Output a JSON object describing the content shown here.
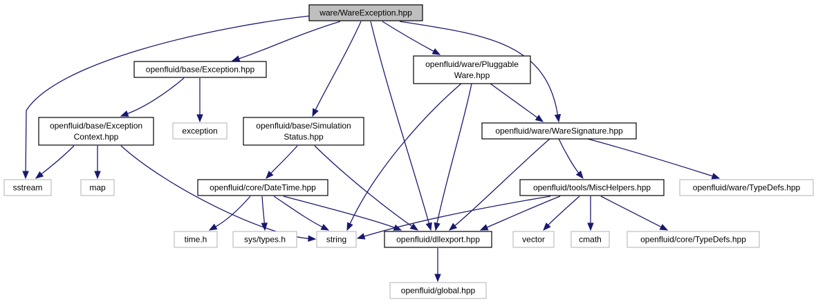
{
  "graph": {
    "nodes": {
      "ware_exception": {
        "lines": [
          "ware/WareException.hpp"
        ],
        "kind": "root"
      },
      "base_exception": {
        "lines": [
          "openfluid/base/Exception.hpp"
        ],
        "kind": "internal"
      },
      "pluggable_ware": {
        "lines": [
          "openfluid/ware/Pluggable",
          "Ware.hpp"
        ],
        "kind": "internal"
      },
      "exception_context": {
        "lines": [
          "openfluid/base/Exception",
          "Context.hpp"
        ],
        "kind": "internal"
      },
      "exception_std": {
        "lines": [
          "exception"
        ],
        "kind": "external"
      },
      "simulation_status": {
        "lines": [
          "openfluid/base/Simulation",
          "Status.hpp"
        ],
        "kind": "internal"
      },
      "ware_signature": {
        "lines": [
          "openfluid/ware/WareSignature.hpp"
        ],
        "kind": "internal"
      },
      "sstream": {
        "lines": [
          "sstream"
        ],
        "kind": "external"
      },
      "map": {
        "lines": [
          "map"
        ],
        "kind": "external"
      },
      "datetime": {
        "lines": [
          "openfluid/core/DateTime.hpp"
        ],
        "kind": "internal"
      },
      "misc_helpers": {
        "lines": [
          "openfluid/tools/MiscHelpers.hpp"
        ],
        "kind": "internal"
      },
      "ware_typedefs": {
        "lines": [
          "openfluid/ware/TypeDefs.hpp"
        ],
        "kind": "external"
      },
      "time_h": {
        "lines": [
          "time.h"
        ],
        "kind": "external"
      },
      "sys_types": {
        "lines": [
          "sys/types.h"
        ],
        "kind": "external"
      },
      "string": {
        "lines": [
          "string"
        ],
        "kind": "external"
      },
      "dllexport": {
        "lines": [
          "openfluid/dllexport.hpp"
        ],
        "kind": "internal"
      },
      "vector": {
        "lines": [
          "vector"
        ],
        "kind": "external"
      },
      "cmath": {
        "lines": [
          "cmath"
        ],
        "kind": "external"
      },
      "core_typedefs": {
        "lines": [
          "openfluid/core/TypeDefs.hpp"
        ],
        "kind": "external"
      },
      "global": {
        "lines": [
          "openfluid/global.hpp"
        ],
        "kind": "external"
      }
    },
    "edges": [
      [
        "ware_exception",
        "sstream"
      ],
      [
        "ware_exception",
        "base_exception"
      ],
      [
        "ware_exception",
        "simulation_status"
      ],
      [
        "ware_exception",
        "dllexport"
      ],
      [
        "ware_exception",
        "pluggable_ware"
      ],
      [
        "ware_exception",
        "ware_signature"
      ],
      [
        "base_exception",
        "exception_context"
      ],
      [
        "base_exception",
        "exception_std"
      ],
      [
        "exception_context",
        "sstream"
      ],
      [
        "exception_context",
        "map"
      ],
      [
        "exception_context",
        "string"
      ],
      [
        "simulation_status",
        "datetime"
      ],
      [
        "simulation_status",
        "dllexport"
      ],
      [
        "pluggable_ware",
        "string"
      ],
      [
        "pluggable_ware",
        "dllexport"
      ],
      [
        "pluggable_ware",
        "ware_signature"
      ],
      [
        "ware_signature",
        "dllexport"
      ],
      [
        "ware_signature",
        "misc_helpers"
      ],
      [
        "ware_signature",
        "ware_typedefs"
      ],
      [
        "datetime",
        "time_h"
      ],
      [
        "datetime",
        "sys_types"
      ],
      [
        "datetime",
        "string"
      ],
      [
        "datetime",
        "dllexport"
      ],
      [
        "misc_helpers",
        "string"
      ],
      [
        "misc_helpers",
        "dllexport"
      ],
      [
        "misc_helpers",
        "vector"
      ],
      [
        "misc_helpers",
        "cmath"
      ],
      [
        "misc_helpers",
        "core_typedefs"
      ],
      [
        "dllexport",
        "global"
      ]
    ],
    "colors": {
      "edge": "#191970",
      "root_fill": "#bfbfbf",
      "node_border": "#000000",
      "external_border": "#bfbfbf"
    }
  }
}
